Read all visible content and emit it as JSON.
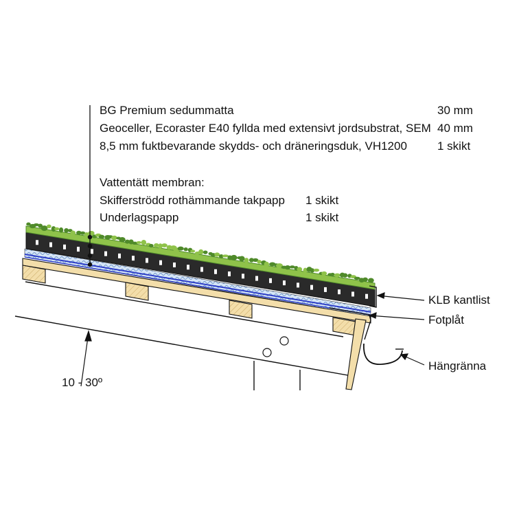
{
  "layers": [
    {
      "name": "BG Premium sedummatta",
      "value": "30 mm"
    },
    {
      "name": "Geoceller, Ecoraster E40 fyllda med extensivt jordsubstrat, SEM",
      "value": "40 mm"
    },
    {
      "name": "8,5 mm fuktbevarande skydds- och dräneringsduk, VH1200",
      "value": "1 skikt"
    }
  ],
  "membrane": {
    "heading": "Vattentätt membran:",
    "items": [
      {
        "name": "Skifferströdd rothämmande takpapp",
        "value": "1 skikt"
      },
      {
        "name": "Underlagspapp",
        "value": "1 skikt"
      }
    ]
  },
  "callouts": {
    "edge_strip": "KLB kantlist",
    "eave_flashing": "Fotplåt",
    "gutter": "Hängränna"
  },
  "slope_label": "10 - 30º",
  "colors": {
    "timber": "#f3deaa",
    "grid_cells": "#2a2a2a",
    "vegetation": "#8fc24a",
    "vegetation_dark": "#4f8a2a",
    "membrane_blue": "#2e3fc8",
    "drainage_mat": "#bcd4ee",
    "ink": "#111111"
  }
}
